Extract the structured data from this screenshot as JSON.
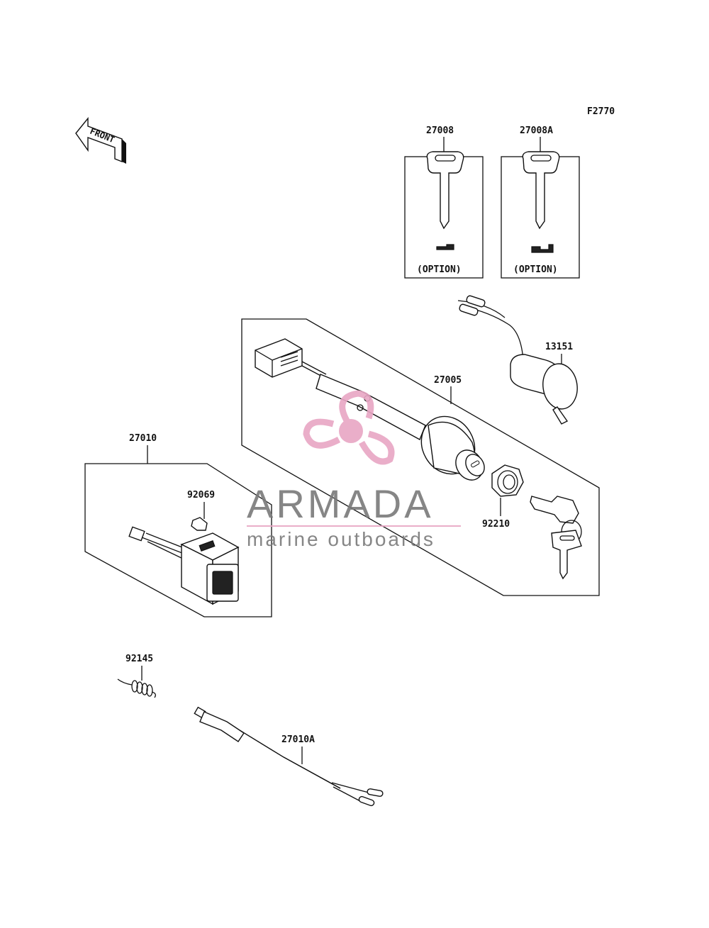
{
  "figure_code": "F2770",
  "front_label": "FRONT",
  "parts": {
    "key_27008": "27008",
    "key_27008a": "27008A",
    "option_27008": "(OPTION)",
    "option_27008a": "(OPTION)",
    "switch_27005": "27005",
    "lamp_13151": "13151",
    "nut_92210": "92210",
    "switch_27010": "27010",
    "bulb_92069": "92069",
    "spring_92145": "92145",
    "cable_27010a": "27010A"
  },
  "watermark": {
    "title": "ARMADA",
    "subtitle": "marine outboards",
    "color": "#e8a6c4"
  }
}
